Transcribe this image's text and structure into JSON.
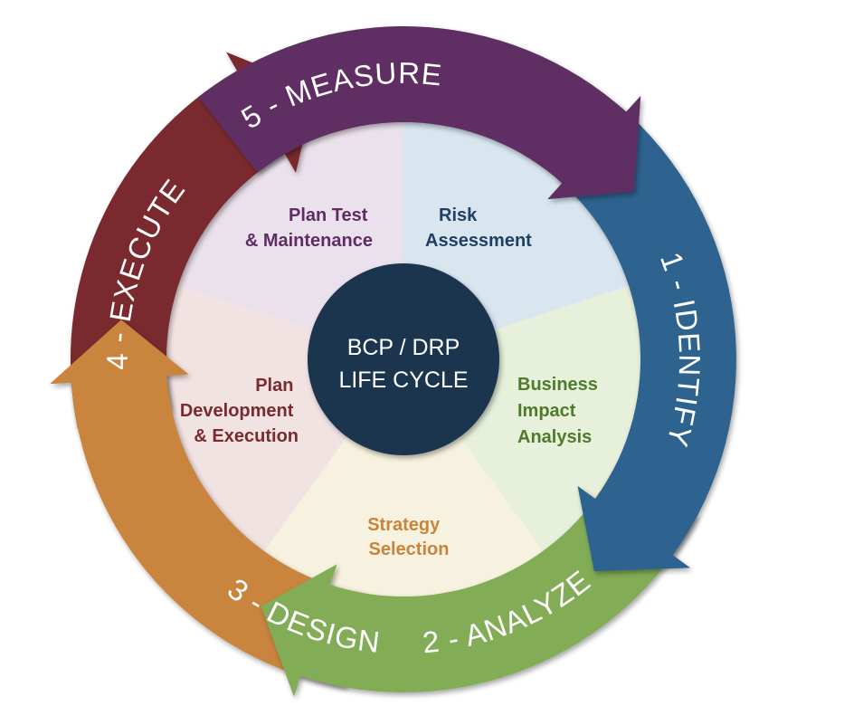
{
  "center": {
    "line1": "BCP / DRP",
    "line2": "LIFE CYCLE",
    "color": "#1c3450"
  },
  "phases": [
    {
      "id": "identify",
      "arrow_label": "1 - IDENTIFY",
      "arrow_color": "#2e6390",
      "segment_lines": [
        "Risk",
        "Assessment"
      ],
      "segment_text_color": "#1f3f63",
      "segment_fill": "#d9e6f0"
    },
    {
      "id": "analyze",
      "arrow_label": "2 - ANALYZE",
      "arrow_color": "#82ac54",
      "segment_lines": [
        "Business",
        "Impact",
        "Analysis"
      ],
      "segment_text_color": "#4f7a2c",
      "segment_fill": "#e6f0da"
    },
    {
      "id": "design",
      "arrow_label": "3 - DESIGN",
      "arrow_color": "#c9843c",
      "segment_lines": [
        "Strategy",
        "Selection"
      ],
      "segment_text_color": "#c9843c",
      "segment_fill": "#f7f2df"
    },
    {
      "id": "execute",
      "arrow_label": "4 - EXECUTE",
      "arrow_color": "#7a2b2f",
      "segment_lines": [
        "Plan",
        "Development",
        "& Execution"
      ],
      "segment_text_color": "#7a2b2f",
      "segment_fill": "#f2e3e3"
    },
    {
      "id": "measure",
      "arrow_label": "5 - MEASURE",
      "arrow_color": "#5e2d63",
      "segment_lines": [
        "Plan Test",
        "& Maintenance"
      ],
      "segment_text_color": "#5e2d63",
      "segment_fill": "#ebe1ec"
    }
  ]
}
